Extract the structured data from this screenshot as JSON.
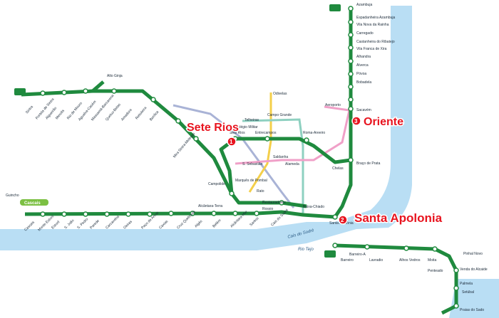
{
  "colors": {
    "rail": "#1f8a3e",
    "river": "#b9def4",
    "metro_blue": "#a9b3d6",
    "metro_yellow": "#f4cf4a",
    "metro_green": "#8ed0c0",
    "metro_red": "#f0a0c8",
    "highlight": "#e8141f"
  },
  "highlights": [
    {
      "number": "1",
      "label": "Sete Rios"
    },
    {
      "number": "2",
      "label": "Santa Apolonia"
    },
    {
      "number": "3",
      "label": "Oriente"
    }
  ],
  "labels": {
    "river": "Rio Tejo",
    "river2": "Rio Tejo",
    "cascais_line_tag": "Cais do Sodré"
  },
  "stations": {
    "north_line": [
      "Azambuja",
      "Espadanheira Azambuja",
      "Vila Nova da Rainha",
      "Carregado",
      "Castanheira do Ribatejo",
      "Vila Franca de Xira",
      "Alhandra",
      "Alverca",
      "Póvoa",
      "Bobadela",
      "Sacavém"
    ],
    "oriente_south": [
      "Braço de Prata"
    ],
    "sintra_line": [
      "Sintra",
      "Portela de Sintra",
      "Algueirão",
      "Mercês",
      "Rio de Mouro",
      "Agualva-Cacém",
      "Massamá-Barcarena",
      "Queluz-Belas",
      "Amadora",
      "Reboleira",
      "Benfica"
    ],
    "top_left": [
      "Alto Ginja",
      "Mira Sintra-Meleças"
    ],
    "center": [
      "Sete Rios",
      "Entrecampos",
      "Roma-Areeiro",
      "Campolide",
      "Marquês de Pombal",
      "Rossio",
      "Restauradores",
      "Alcântara-Terra",
      "Baixa-Chiado",
      "Santa Apolónia",
      "Chelas",
      "Odivelas",
      "Campo Grande",
      "Telheiras",
      "Aeroporto",
      "Saldanha",
      "Alameda",
      "S. Sebastião",
      "Rato",
      "Colégio Militar"
    ],
    "cascais_line": [
      "Cais do Sodré",
      "Santos",
      "Alcântara-Mar",
      "Belém",
      "Algés",
      "Cruz Quebrada",
      "Caxias",
      "Paço de Arcos",
      "Oeiras",
      "Carcavelos",
      "Parede",
      "S. Pedro",
      "S. João",
      "Estoril",
      "Monte Estoril",
      "Cascais"
    ],
    "south_line": [
      "Barreiro",
      "Lavradio",
      "Alhos Vedros",
      "Moita",
      "Penteado",
      "Barreiro-A",
      "Pinhal Novo",
      "Venda do Alcaide",
      "Palmela",
      "Setúbal",
      "Praias do Sado"
    ],
    "guincho_tag": "Guincho",
    "cascais_tag": "Cascais"
  }
}
